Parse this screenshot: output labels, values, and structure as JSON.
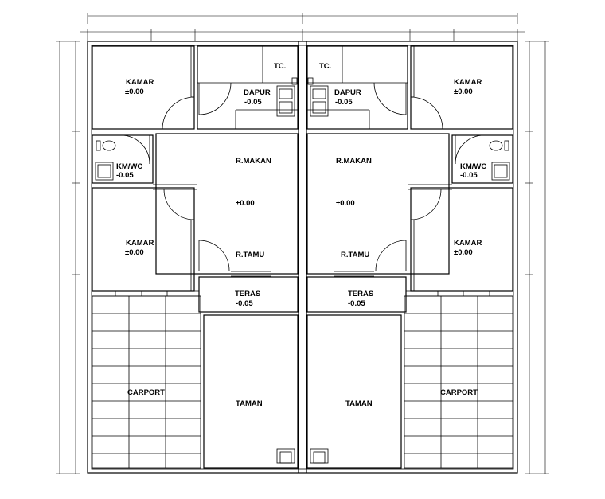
{
  "units": {
    "left": {
      "kamar_top_name": "KAMAR",
      "kamar_top_level": "±0.00",
      "tc": "TC.",
      "dapur_name": "DAPUR",
      "dapur_level": "-0.05",
      "kmwc_name": "KM/WC",
      "kmwc_level": "-0.05",
      "rmakan": "R.MAKAN",
      "mid_level": "±0.00",
      "kamar_bottom_name": "KAMAR",
      "kamar_bottom_level": "±0.00",
      "rtamu": "R.TAMU",
      "teras_name": "TERAS",
      "teras_level": "-0.05",
      "carport": "CARPORT",
      "taman": "TAMAN"
    },
    "right": {
      "kamar_top_name": "KAMAR",
      "kamar_top_level": "±0.00",
      "tc": "TC.",
      "dapur_name": "DAPUR",
      "dapur_level": "-0.05",
      "kmwc_name": "KM/WC",
      "kmwc_level": "-0.05",
      "rmakan": "R.MAKAN",
      "mid_level": "±0.00",
      "kamar_bottom_name": "KAMAR",
      "kamar_bottom_level": "±0.00",
      "rtamu": "R.TAMU",
      "teras_name": "TERAS",
      "teras_level": "-0.05",
      "carport": "CARPORT",
      "taman": "TAMAN"
    }
  },
  "colors": {
    "line": "#000000",
    "background": "#ffffff"
  }
}
